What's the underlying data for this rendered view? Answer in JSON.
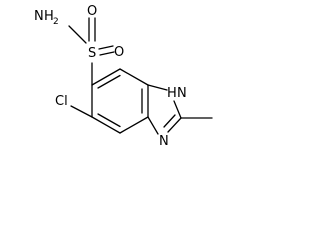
{
  "structure": {
    "atoms": {
      "amine_N": "N",
      "amine_H": "H",
      "amine_H_count": "2",
      "sulfur": "S",
      "oxygen_top": "O",
      "oxygen_right": "O",
      "chlorine": "Cl",
      "nh_H": "H",
      "nh_N": "N",
      "ring_N": "N"
    }
  }
}
